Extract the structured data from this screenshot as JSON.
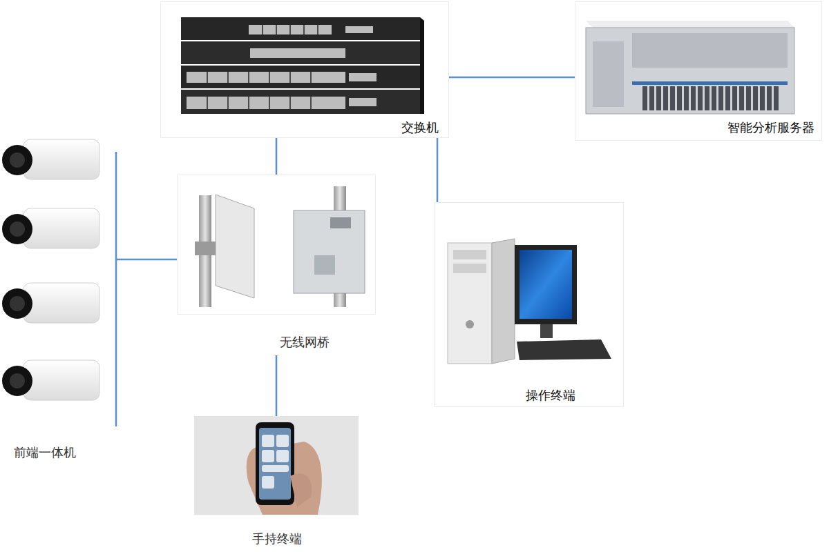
{
  "diagram": {
    "nodes": [
      {
        "text": [
          "交换机"
        ]
      },
      {
        "text": [
          "智能分析服务器"
        ]
      },
      {
        "text": [
          "前端一体机"
        ]
      },
      {
        "text": [
          "无线网桥"
        ]
      },
      {
        "text": [
          "操作终端"
        ]
      },
      {
        "text": [
          "手持终端"
        ]
      }
    ],
    "edges": [
      {
        "from": 0,
        "to": 1,
        "arrow": "none"
      },
      {
        "from": 0,
        "to": 3,
        "arrow": "none"
      },
      {
        "from": 0,
        "to": 4,
        "arrow": "none"
      },
      {
        "from": 2,
        "to": 3,
        "arrow": "none"
      },
      {
        "from": 3,
        "to": 5,
        "arrow": "none"
      }
    ]
  }
}
